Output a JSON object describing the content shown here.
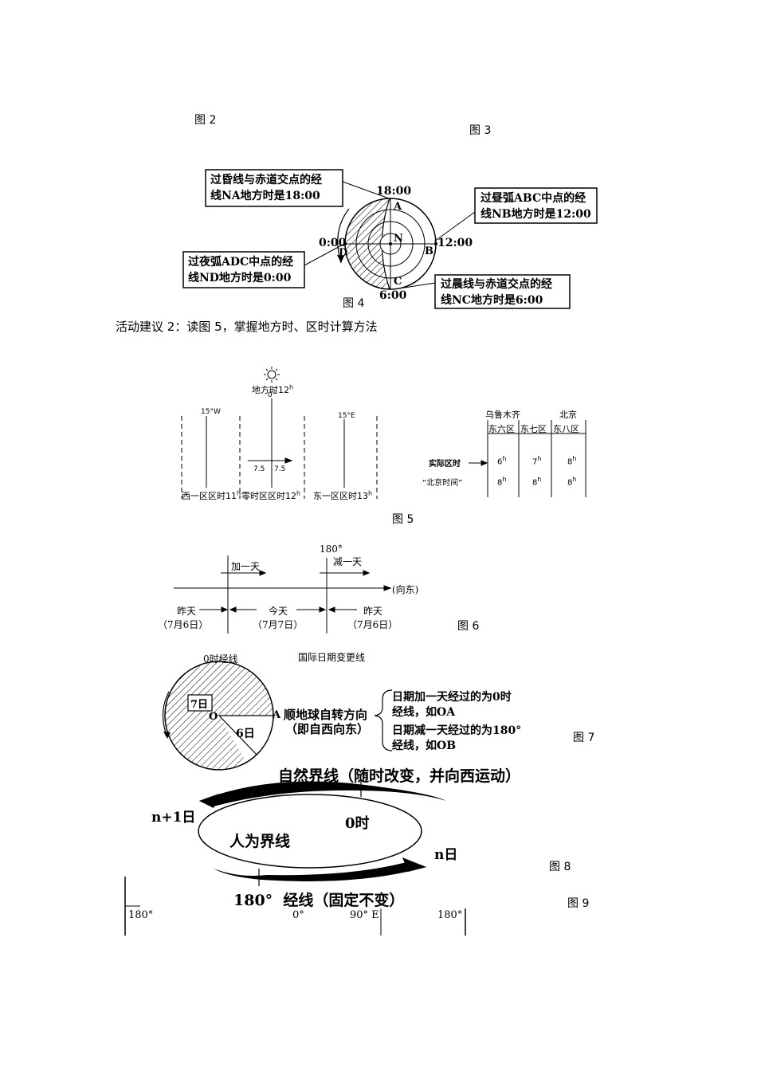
{
  "captions": {
    "fig2": "图 2",
    "fig3": "图 3",
    "fig4": "图 4",
    "fig5": "图 5",
    "fig6": "图 6",
    "fig7": "图 7",
    "fig8": "图 8",
    "fig9": "图 9"
  },
  "activity_text": "活动建议 2：读图 5，掌握地方时、区时计算方法",
  "fig4": {
    "box_dusk": [
      "过昏线与赤道交点的经",
      "线NA地方时是18:00"
    ],
    "box_noon": [
      "过昼弧ABC中点的经",
      "线NB地方时是12:00"
    ],
    "box_midnight": [
      "过夜弧ADC中点的经",
      "线ND地方时是0:00"
    ],
    "box_dawn": [
      "过晨线与赤道交点的经",
      "线NC地方时是6:00"
    ],
    "times": {
      "top": "18:00",
      "right": "12:00",
      "left": "0:00",
      "bottom": "6:00"
    },
    "points": {
      "A": "A",
      "B": "B",
      "C": "C",
      "D": "D",
      "N": "N"
    }
  },
  "fig5": {
    "sun_label": "地方时12",
    "sup_h": "h",
    "lon_0": "0°",
    "lon_15w": "15°W",
    "lon_15e": "15°E",
    "half_left": "7.5",
    "half_right": "7.5",
    "zone_w1": "西一区区时11",
    "zone_0": "零时区区时12",
    "zone_e1": "东一区区时13",
    "table": {
      "city_left": "乌鲁木齐",
      "city_right": "北京",
      "zones": [
        "东六区",
        "东七区",
        "东八区"
      ],
      "row1_label": "实际区时",
      "row1": [
        "6",
        "7",
        "8"
      ],
      "row2_label": "“北京时间”",
      "row2": [
        "8",
        "8",
        "8"
      ]
    }
  },
  "fig6": {
    "deg": "180°",
    "add_day": "加一天",
    "sub_day": "减一天",
    "east": "(向东)",
    "yesterday_left": "昨天",
    "today": "今天",
    "yesterday_right": "昨天",
    "date_left": "（7月6日）",
    "date_mid": "（7月7日）",
    "date_right": "（7月6日）"
  },
  "fig7": {
    "title_left": "0时经线",
    "title_right": "国际日期变更线",
    "day7": "7日",
    "day6": "6日",
    "O": "O",
    "A": "A",
    "dir1": "顺地球自转方向",
    "dir2": "（即自西向东）",
    "r1a": "日期加一天经过的为0时",
    "r1b": "经线，如OA",
    "r2a": "日期减一天经过的为180°",
    "r2b": "经线，如OB"
  },
  "fig8": {
    "top": "自然界线（随时改变，并向西运动）",
    "n1": "n+1日",
    "h0": "0时",
    "artificial": "人为界线",
    "n": "n日",
    "bottom": "180°  经线（固定不变）"
  },
  "fig9": {
    "l1": "180°",
    "l2": "0°",
    "l3": "90° E",
    "l4": "180°"
  }
}
